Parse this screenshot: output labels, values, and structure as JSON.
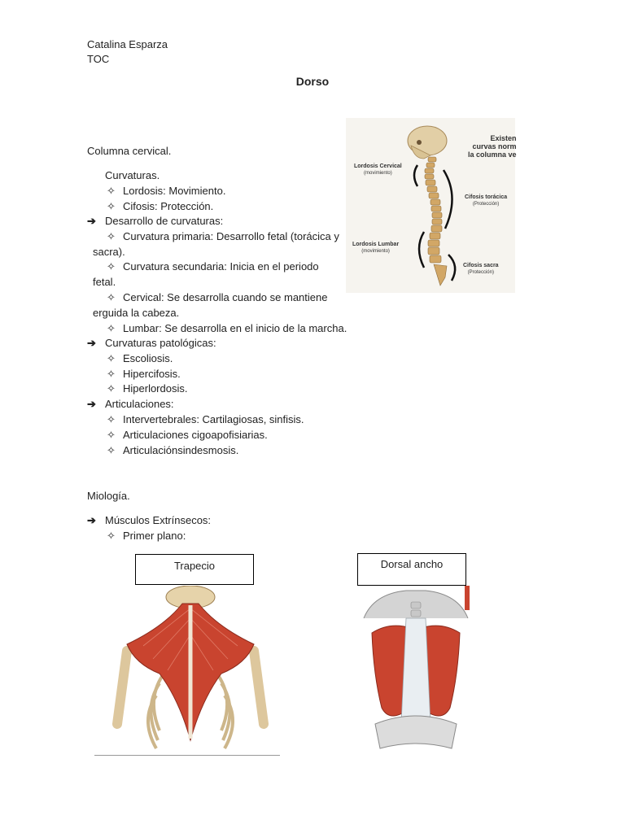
{
  "header": {
    "author": "Catalina Esparza",
    "course": "TOC",
    "title": "Dorso"
  },
  "sections": {
    "cervical_heading": "Columna cervical.",
    "curvaturas": "Curvaturas.",
    "lordosis": "Lordosis: Movimiento.",
    "cifosis": "Cifosis: Protección.",
    "desarrollo": "Desarrollo de curvaturas:",
    "primaria_1": "Curvatura primaria: Desarrollo fetal (torácica y",
    "primaria_2": "sacra).",
    "secundaria_1": "Curvatura secundaria: Inicia en el periodo",
    "secundaria_2": "fetal.",
    "cervical_1": "Cervical: Se desarrolla cuando se mantiene",
    "cervical_2": "erguida la cabeza.",
    "lumbar": "Lumbar: Se desarrolla en el inicio de la marcha.",
    "patologicas": "Curvaturas patológicas:",
    "escoliosis": "Escoliosis.",
    "hipercifosis": "Hipercifosis.",
    "hiperlordosis": "Hiperlordosis.",
    "articulaciones": "Articulaciones:",
    "intervertebrales": "Intervertebrales: Cartilagiosas, sinfisis.",
    "cigoapofisiarias": "Articulaciones cigoapofisiarias.",
    "sindesmosis": "Articulaciónsindesmosis.",
    "miologia": "Miología.",
    "extrinsecos": "Músculos Extrínsecos:",
    "primer_plano": "Primer plano:"
  },
  "spine_figure": {
    "header_1": "Existen",
    "header_2": "curvas norm",
    "header_3": "la columna ve",
    "lordosis_cervical": "Lordosis Cervical",
    "lordosis_cervical_sub": "(movimiento)",
    "cifosis_toracica": "Cifosis torácica",
    "cifosis_toracica_sub": "(Protección)",
    "lordosis_lumbar": "Lordosis Lumbar",
    "lordosis_lumbar_sub": "(movimiento)",
    "cifosis_sacra": "Cifosis sacra",
    "cifosis_sacra_sub": "(Protección)"
  },
  "muscles": {
    "trapecio": "Trapecio",
    "dorsal": "Dorsal ancho"
  },
  "icons": {
    "bullet": "✧",
    "arrow": "➔"
  },
  "colors": {
    "muscle_red": "#c9442f",
    "bone": "#e8d6b0",
    "spine": "#c9a36a"
  }
}
